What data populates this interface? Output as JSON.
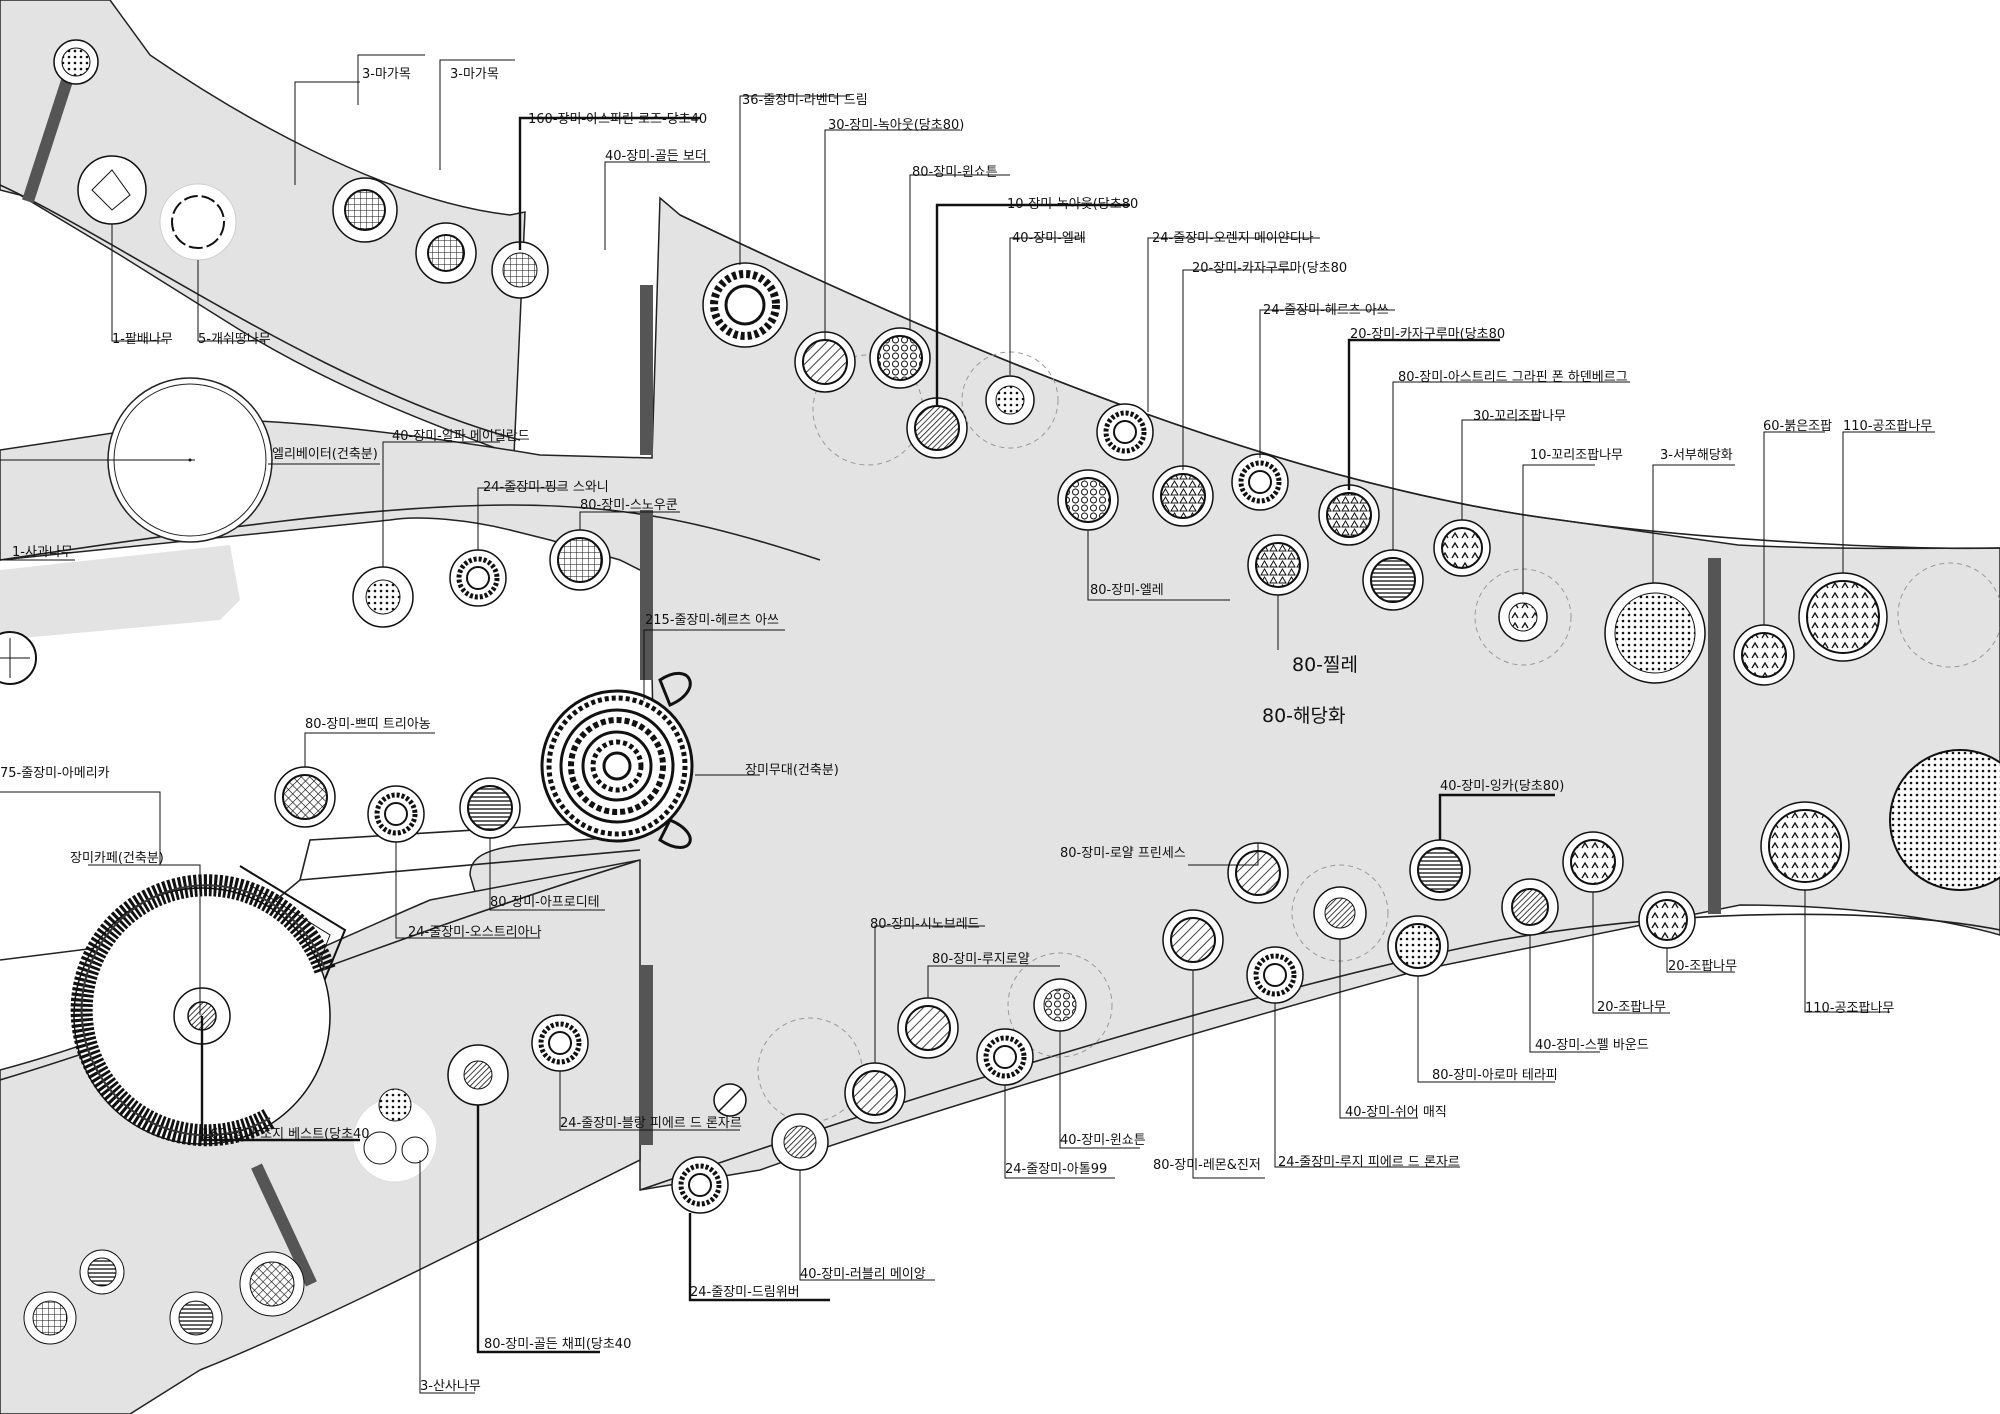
{
  "drawing": {
    "colors": {
      "ground": "#e3e3e3",
      "path": "#ffffff",
      "line": "#111111",
      "wall": "#555555"
    },
    "center_labels": {
      "jjillae": "80-찔레",
      "haedanghwa": "80-해당화"
    },
    "labels": [
      "3-마가목",
      "3-마가목",
      "160-장미-아스피린 로즈-당초40",
      "40-장미-골든 보더",
      "36-줄장미-라벤더 드림",
      "30-장미-녹아웃(당초80)",
      "80-장미-윈쇼튼",
      "10-장미-녹아웃(당초80",
      "40-장미-엘레",
      "24-줄장미-오렌지 메이얀디나",
      "20-장미-카자구루마(당초80",
      "24-줄장미-헤르츠 아쓰",
      "20-장미-카자구루마(당초80",
      "80-장미-아스트리드 그라핀 폰 하덴베르그",
      "30-꼬리조팝나무",
      "10-꼬리조팝나무",
      "3-서부해당화",
      "60-붉은조팝",
      "110-공조팝나무",
      "1-팥배나무",
      "5-개쉬땅나무",
      "엘리베이터(건축분)",
      "40-장미-알파 메이딜란드",
      "24-줄장미-핑크 스와니",
      "80-장미-스노우쿤",
      "1-사과나무",
      "80-장미-엘레",
      "215-줄장미-헤르츠 아쓰",
      "80-장미-쁘띠 트리아농",
      "75-줄장미-아메리카",
      "장미무대(건축분)",
      "장미카페(건축분)",
      "24-줄장미-오스트리아나",
      "80-장미-아프로디테",
      "80-장미-로얄 프린세스",
      "40-장미-잉카(당초80)",
      "80-장미-시노브레드",
      "80-장미-루지로얄",
      "20-조팝나무",
      "20-조팝나무",
      "110-공조팝나무",
      "40-장미-스펠 바운드",
      "80-장미-아로마 테라피",
      "40-장미-쉬어 매직",
      "24-줄장미-루지 피에르 드 론자르",
      "80-장미-레몬&진저",
      "40-장미-윈쇼튼",
      "24-줄장미-아톨99",
      "160-장미-조지 베스트(당초40",
      "24-줄장미-블랑 피에르 드 론자르",
      "40-장미-러블리 메이앙",
      "24-줄장미-드림위버",
      "80-장미-골든 채피(당초40",
      "3-산사나무"
    ]
  }
}
